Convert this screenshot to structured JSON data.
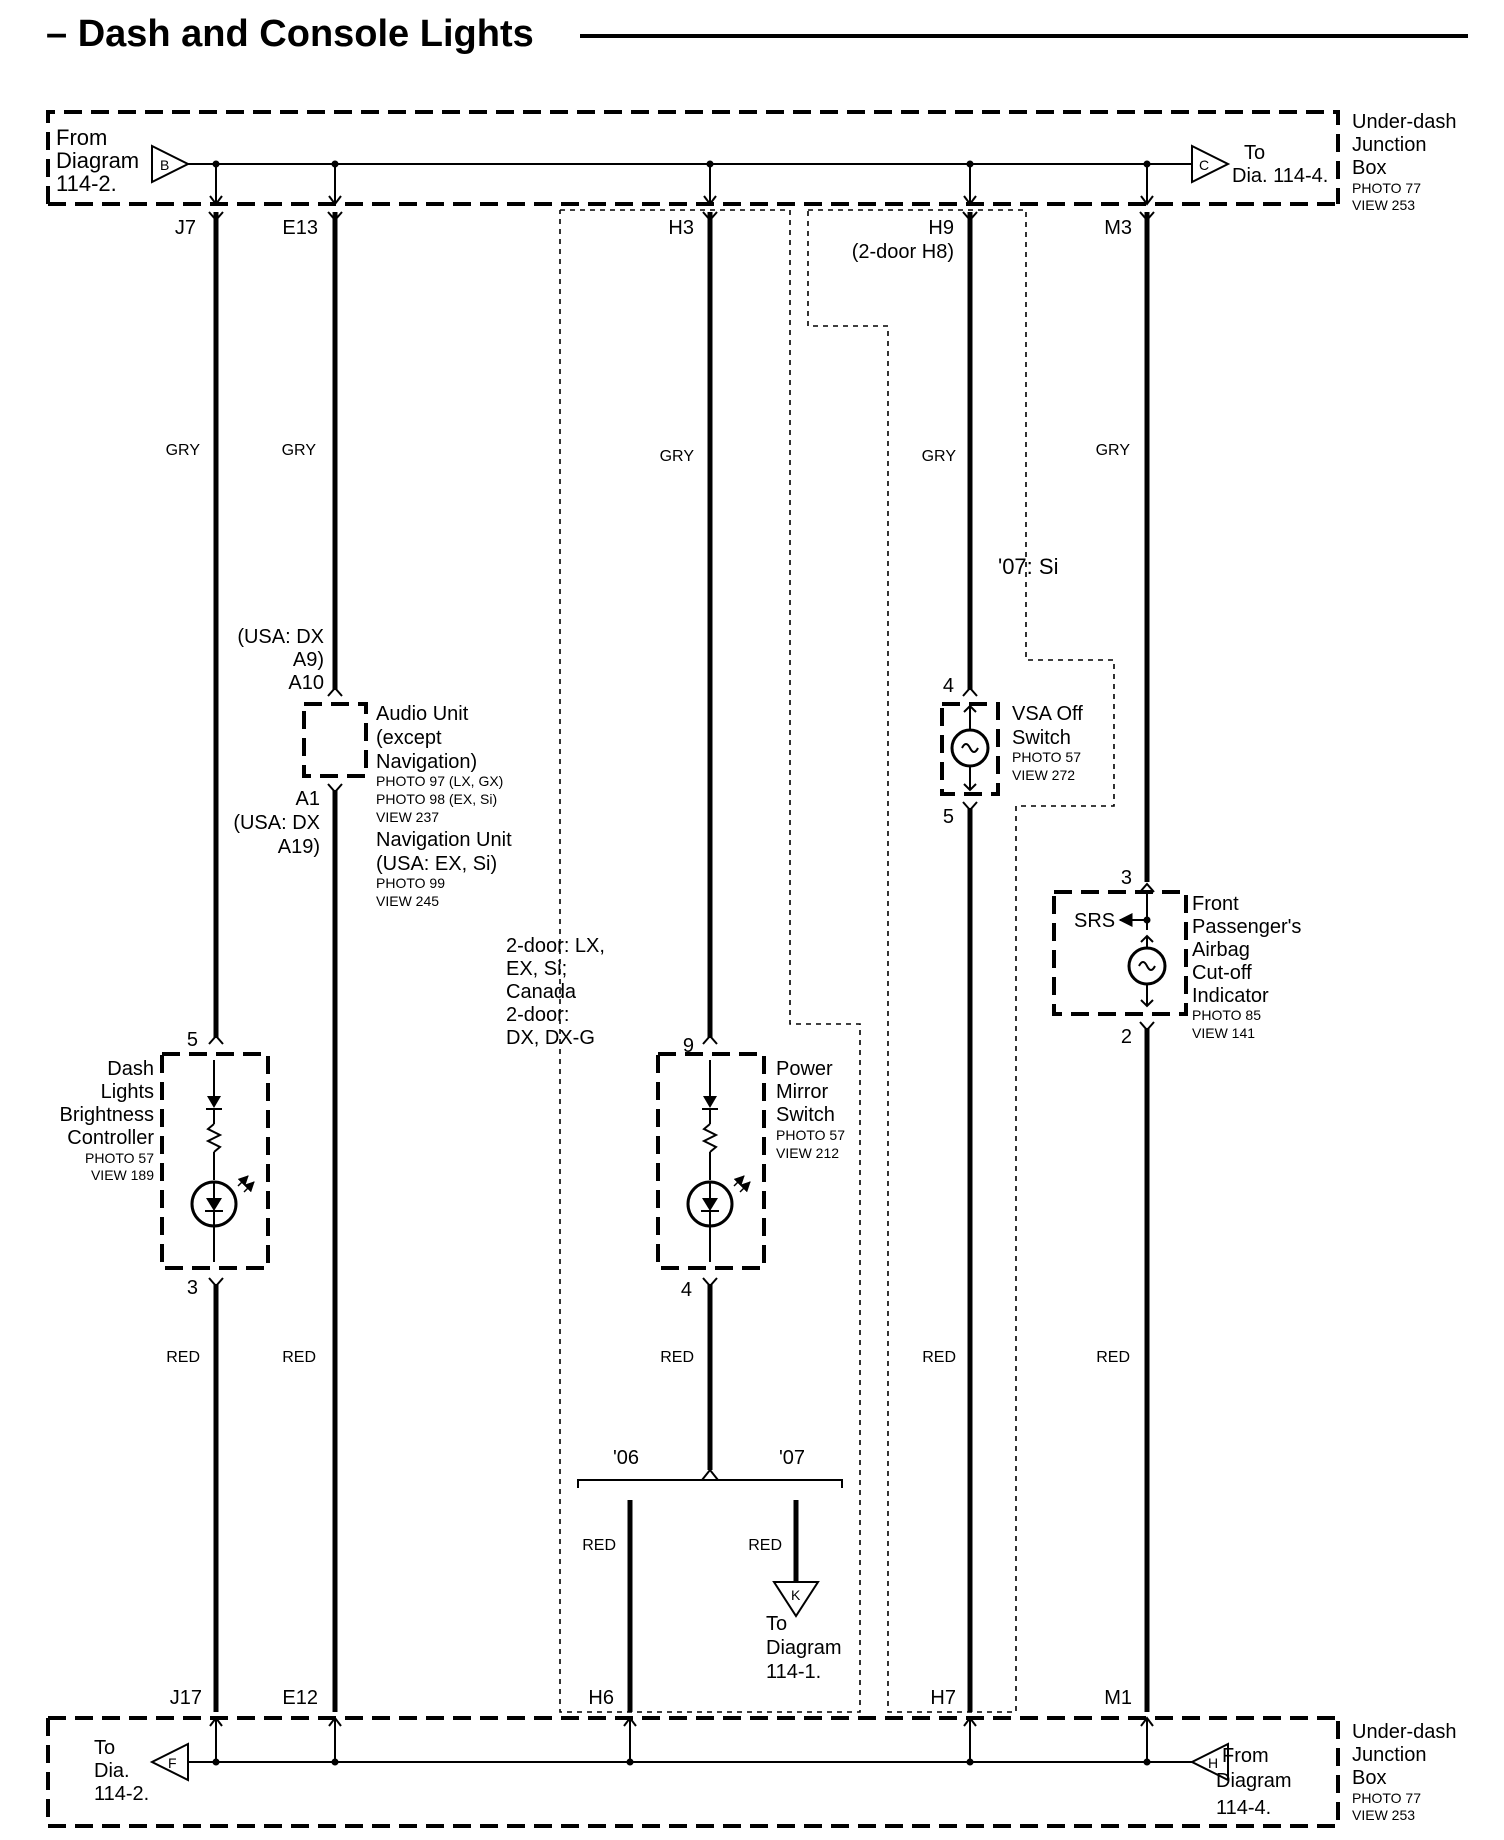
{
  "title": "– Dash and Console Lights",
  "top_box": {
    "label": [
      "Under-dash",
      "Junction",
      "Box"
    ],
    "photo": "PHOTO 77",
    "view": "VIEW 253",
    "from_label": [
      "From",
      "Diagram",
      "114-2."
    ],
    "from_connector": "B",
    "to_label": [
      "To",
      "Dia. 114-4."
    ],
    "to_connector": "C"
  },
  "bottom_box": {
    "label": [
      "Under-dash",
      "Junction",
      "Box"
    ],
    "photo": "PHOTO 77",
    "view": "VIEW 253",
    "to_label": [
      "To",
      "Dia.",
      "114-2."
    ],
    "to_connector": "F",
    "from_label": [
      "From",
      "Diagram",
      "114-4."
    ],
    "from_connector": "H"
  },
  "circuits": [
    {
      "top_pin": "J7",
      "top_color": "GRY",
      "comp_top_pin": "5",
      "comp_bottom_pin": "3",
      "component": [
        "Dash",
        "Lights",
        "Brightness",
        "Controller"
      ],
      "photo": "PHOTO 57",
      "view": "VIEW 189",
      "bottom_color": "RED",
      "bottom_pin": "J17"
    },
    {
      "top_pin": "E13",
      "top_color": "GRY",
      "comp_top_pin_lines": [
        "(USA: DX",
        "A9)",
        "A10"
      ],
      "comp_bottom_pin_lines": [
        "A1",
        "(USA: DX",
        "A19)"
      ],
      "component": [
        "Audio Unit",
        "(except",
        "Navigation)"
      ],
      "photos": [
        "PHOTO 97 (LX, GX)",
        "PHOTO 98 (EX, Si)",
        "VIEW 237"
      ],
      "component2": [
        "Navigation Unit",
        "(USA: EX, Si)"
      ],
      "photos2": [
        "PHOTO 99",
        "VIEW 245"
      ],
      "bottom_color": "RED",
      "bottom_pin": "E12"
    },
    {
      "top_pin": "H3",
      "top_color": "GRY",
      "comp_top_pin": "9",
      "comp_bottom_pin": "4",
      "component": [
        "Power",
        "Mirror",
        "Switch"
      ],
      "photo": "PHOTO 57",
      "view": "VIEW 212",
      "bottom_color": "RED",
      "option_note": [
        "2-door: LX,",
        "EX, Si;",
        "Canada",
        "2-door:",
        "DX, DX-G"
      ],
      "split_left": "'06",
      "split_right": "'07",
      "left_color": "RED",
      "left_pin": "H6",
      "right_color": "RED",
      "right_connector": "K",
      "right_to": [
        "To",
        "Diagram",
        "114-1."
      ]
    },
    {
      "top_pin": "H9",
      "top_pin_note": "(2-door H8)",
      "top_color": "GRY",
      "option_note": "'07: Si",
      "comp_top_pin": "4",
      "comp_bottom_pin": "5",
      "component": [
        "VSA Off",
        "Switch"
      ],
      "photo": "PHOTO 57",
      "view": "VIEW 272",
      "bottom_color": "RED",
      "bottom_pin": "H7"
    },
    {
      "top_pin": "M3",
      "top_color": "GRY",
      "comp_top_pin": "3",
      "comp_bottom_pin": "2",
      "srs": "SRS",
      "component": [
        "Front",
        "Passenger's",
        "Airbag",
        "Cut-off",
        "Indicator"
      ],
      "photo": "PHOTO 85",
      "view": "VIEW 141",
      "bottom_color": "RED",
      "bottom_pin": "M1"
    }
  ]
}
